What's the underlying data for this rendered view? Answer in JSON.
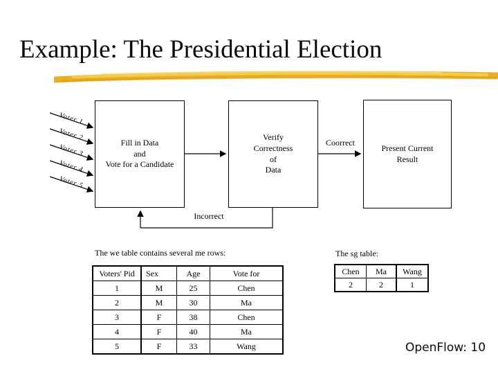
{
  "slide": {
    "title": "Example: The Presidential Election",
    "footer": "OpenFlow: 10"
  },
  "colors": {
    "highlight_gold": "#E9AF22",
    "highlight_gold_light": "#F4CE55",
    "highlight_gold_dark": "#DDA014",
    "ink": "#000000"
  },
  "flowchart": {
    "voters": [
      "Voter 1",
      "Voter 2",
      "Voter 3",
      "Voter 4",
      "Voter 5"
    ],
    "boxes": {
      "fill": [
        "Fill in Data",
        "and",
        "Vote for a Candidate"
      ],
      "verify": [
        "Verify",
        "Correctness",
        "of",
        "Data"
      ],
      "present": [
        "Present Current",
        "Result"
      ]
    },
    "edge_labels": {
      "correct": "Coorrect",
      "incorrect": "Incorrect"
    }
  },
  "vote_table": {
    "caption": "The we table contains several me rows:",
    "headers": [
      "Voters' Pid",
      "Sex",
      "Age",
      "Vote for"
    ],
    "rows": [
      [
        "1",
        "M",
        "25",
        "Chen"
      ],
      [
        "2",
        "M",
        "30",
        "Ma"
      ],
      [
        "3",
        "F",
        "38",
        "Chen"
      ],
      [
        "4",
        "F",
        "40",
        "Ma"
      ],
      [
        "5",
        "F",
        "33",
        "Wang"
      ]
    ]
  },
  "sg_table": {
    "caption": "The sg table:",
    "headers": [
      "Chen",
      "Ma",
      "Wang"
    ],
    "values": [
      "2",
      "2",
      "1"
    ]
  }
}
